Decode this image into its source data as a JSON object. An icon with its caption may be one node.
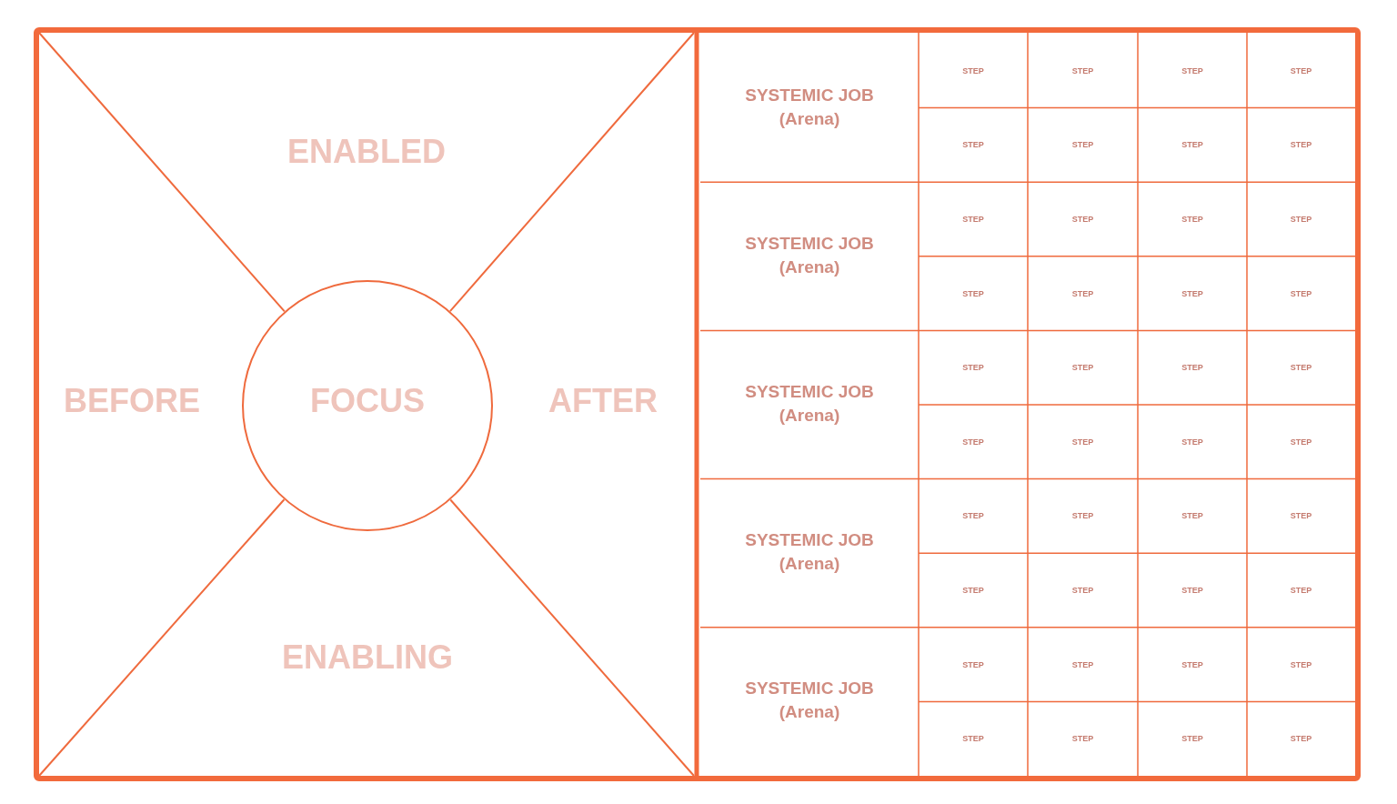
{
  "diagram": {
    "nodes": [
      {
        "text": [
          "FOCUS"
        ]
      }
    ],
    "labels": [
      "ENABLED",
      "BEFORE",
      "AFTER",
      "ENABLING",
      "SYSTEMIC JOB (Arena)",
      "STEP",
      "STEP",
      "STEP",
      "STEP",
      "STEP",
      "STEP",
      "STEP",
      "STEP",
      "SYSTEMIC JOB (Arena)",
      "STEP",
      "STEP",
      "STEP",
      "STEP",
      "STEP",
      "STEP",
      "STEP",
      "STEP",
      "SYSTEMIC JOB (Arena)",
      "STEP",
      "STEP",
      "STEP",
      "STEP",
      "STEP",
      "STEP",
      "STEP",
      "STEP",
      "SYSTEMIC JOB (Arena)",
      "STEP",
      "STEP",
      "STEP",
      "STEP",
      "STEP",
      "STEP",
      "STEP",
      "STEP",
      "SYSTEMIC JOB (Arena)",
      "STEP",
      "STEP",
      "STEP",
      "STEP",
      "STEP",
      "STEP",
      "STEP",
      "STEP"
    ]
  }
}
